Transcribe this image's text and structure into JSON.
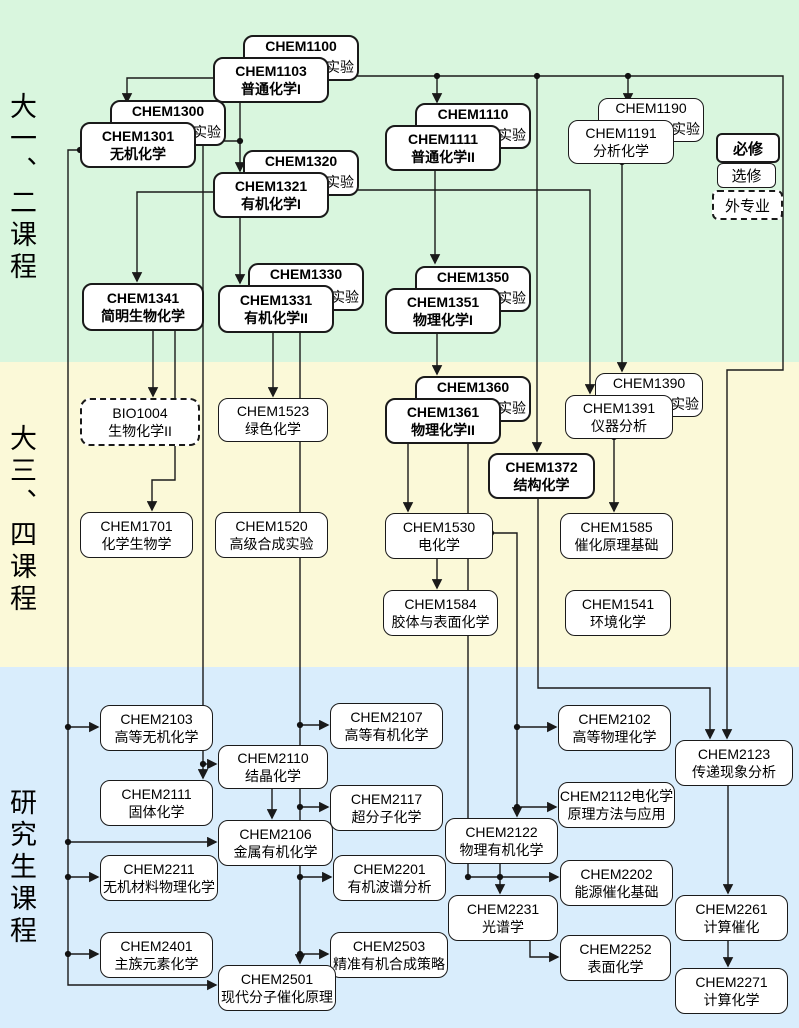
{
  "bands": [
    {
      "label": "大一、二课程",
      "color": "#d9f6de"
    },
    {
      "label": "大三、四课程",
      "color": "#fbf9d8"
    },
    {
      "label": "研究生课程",
      "color": "#d9edfc"
    }
  ],
  "legend": {
    "required": "必修",
    "elective": "选修",
    "external": "外专业"
  },
  "lab_label": "实验",
  "edge_color": "#1a1a1a",
  "nodes": [
    {
      "id": "CHEM1103",
      "code": "CHEM1103",
      "name": "普通化学I",
      "category": "required",
      "lab": "CHEM1100"
    },
    {
      "id": "CHEM1301",
      "code": "CHEM1301",
      "name": "无机化学",
      "category": "required",
      "lab": "CHEM1300"
    },
    {
      "id": "CHEM1111",
      "code": "CHEM1111",
      "name": "普通化学II",
      "category": "required",
      "lab": "CHEM1110"
    },
    {
      "id": "CHEM1191",
      "code": "CHEM1191",
      "name": "分析化学",
      "category": "elective",
      "lab": "CHEM1190"
    },
    {
      "id": "CHEM1321",
      "code": "CHEM1321",
      "name": "有机化学I",
      "category": "required",
      "lab": "CHEM1320"
    },
    {
      "id": "CHEM1341",
      "code": "CHEM1341",
      "name": "简明生物化学",
      "category": "required"
    },
    {
      "id": "CHEM1331",
      "code": "CHEM1331",
      "name": "有机化学II",
      "category": "required",
      "lab": "CHEM1330"
    },
    {
      "id": "CHEM1351",
      "code": "CHEM1351",
      "name": "物理化学I",
      "category": "required",
      "lab": "CHEM1350"
    },
    {
      "id": "CHEM1361",
      "code": "CHEM1361",
      "name": "物理化学II",
      "category": "required",
      "lab": "CHEM1360"
    },
    {
      "id": "CHEM1391",
      "code": "CHEM1391",
      "name": "仪器分析",
      "category": "elective",
      "lab": "CHEM1390"
    },
    {
      "id": "CHEM1372",
      "code": "CHEM1372",
      "name": "结构化学",
      "category": "required"
    },
    {
      "id": "BIO1004",
      "code": "BIO1004",
      "name": "生物化学II",
      "category": "external"
    },
    {
      "id": "CHEM1523",
      "code": "CHEM1523",
      "name": "绿色化学",
      "category": "elective"
    },
    {
      "id": "CHEM1701",
      "code": "CHEM1701",
      "name": "化学生物学",
      "category": "elective"
    },
    {
      "id": "CHEM1520",
      "code": "CHEM1520",
      "name": "高级合成实验",
      "category": "elective"
    },
    {
      "id": "CHEM1530",
      "code": "CHEM1530",
      "name": "电化学",
      "category": "elective"
    },
    {
      "id": "CHEM1585",
      "code": "CHEM1585",
      "name": "催化原理基础",
      "category": "elective"
    },
    {
      "id": "CHEM1584",
      "code": "CHEM1584",
      "name": "胶体与表面化学",
      "category": "elective"
    },
    {
      "id": "CHEM1541",
      "code": "CHEM1541",
      "name": "环境化学",
      "category": "elective"
    },
    {
      "id": "CHEM2103",
      "code": "CHEM2103",
      "name": "高等无机化学",
      "category": "elective"
    },
    {
      "id": "CHEM2107",
      "code": "CHEM2107",
      "name": "高等有机化学",
      "category": "elective"
    },
    {
      "id": "CHEM2102",
      "code": "CHEM2102",
      "name": "高等物理化学",
      "category": "elective"
    },
    {
      "id": "CHEM2123",
      "code": "CHEM2123",
      "name": "传递现象分析",
      "category": "elective"
    },
    {
      "id": "CHEM2110",
      "code": "CHEM2110",
      "name": "结晶化学",
      "category": "elective"
    },
    {
      "id": "CHEM2111",
      "code": "CHEM2111",
      "name": "固体化学",
      "category": "elective"
    },
    {
      "id": "CHEM2117",
      "code": "CHEM2117",
      "name": "超分子化学",
      "category": "elective"
    },
    {
      "id": "CHEM2112",
      "code": "CHEM2112电化学",
      "name": "原理方法与应用",
      "category": "elective"
    },
    {
      "id": "CHEM2106",
      "code": "CHEM2106",
      "name": "金属有机化学",
      "category": "elective"
    },
    {
      "id": "CHEM2122",
      "code": "CHEM2122",
      "name": "物理有机化学",
      "category": "elective"
    },
    {
      "id": "CHEM2211",
      "code": "CHEM2211",
      "name": "无机材料物理化学",
      "category": "elective"
    },
    {
      "id": "CHEM2201",
      "code": "CHEM2201",
      "name": "有机波谱分析",
      "category": "elective"
    },
    {
      "id": "CHEM2202",
      "code": "CHEM2202",
      "name": "能源催化基础",
      "category": "elective"
    },
    {
      "id": "CHEM2231",
      "code": "CHEM2231",
      "name": "光谱学",
      "category": "elective"
    },
    {
      "id": "CHEM2261",
      "code": "CHEM2261",
      "name": "计算催化",
      "category": "elective"
    },
    {
      "id": "CHEM2401",
      "code": "CHEM2401",
      "name": "主族元素化学",
      "category": "elective"
    },
    {
      "id": "CHEM2503",
      "code": "CHEM2503",
      "name": "精准有机合成策略",
      "category": "elective"
    },
    {
      "id": "CHEM2252",
      "code": "CHEM2252",
      "name": "表面化学",
      "category": "elective"
    },
    {
      "id": "CHEM2501",
      "code": "CHEM2501",
      "name": "现代分子催化原理",
      "category": "elective"
    },
    {
      "id": "CHEM2271",
      "code": "CHEM2271",
      "name": "计算化学",
      "category": "elective"
    }
  ],
  "edges": [
    {
      "from": "CHEM1103",
      "to": "CHEM1301"
    },
    {
      "from": "CHEM1103",
      "to": "CHEM1321"
    },
    {
      "from": "CHEM1103",
      "to": "CHEM1111"
    },
    {
      "from": "CHEM1103",
      "to": "CHEM1191"
    },
    {
      "from": "CHEM1103",
      "to": "CHEM1372"
    },
    {
      "from": "CHEM1103",
      "to": "CHEM2123"
    },
    {
      "from": "CHEM1103",
      "to": "CHEM2111"
    },
    {
      "from": "CHEM1103",
      "to": "CHEM2110"
    },
    {
      "from": "CHEM1301",
      "to": "CHEM2103"
    },
    {
      "from": "CHEM1301",
      "to": "CHEM2106"
    },
    {
      "from": "CHEM1301",
      "to": "CHEM2211"
    },
    {
      "from": "CHEM1301",
      "to": "CHEM2401"
    },
    {
      "from": "CHEM1301",
      "to": "CHEM2501"
    },
    {
      "from": "CHEM1111",
      "to": "CHEM1351"
    },
    {
      "from": "CHEM1351",
      "to": "CHEM1361"
    },
    {
      "from": "CHEM1321",
      "to": "CHEM1341"
    },
    {
      "from": "CHEM1321",
      "to": "CHEM1331"
    },
    {
      "from": "CHEM1321",
      "to": "CHEM1391"
    },
    {
      "from": "CHEM1191",
      "to": "CHEM1391"
    },
    {
      "from": "CHEM1391",
      "to": "CHEM1585"
    },
    {
      "from": "CHEM1341",
      "to": "BIO1004"
    },
    {
      "from": "CHEM1341",
      "to": "CHEM1701"
    },
    {
      "from": "CHEM1331",
      "to": "CHEM1523"
    },
    {
      "from": "CHEM1331",
      "to": "CHEM2501"
    },
    {
      "from": "CHEM1331",
      "to": "CHEM2107"
    },
    {
      "from": "CHEM1331",
      "to": "CHEM2117"
    },
    {
      "from": "CHEM1331",
      "to": "CHEM2201"
    },
    {
      "from": "CHEM1331",
      "to": "CHEM2503"
    },
    {
      "from": "CHEM1361",
      "to": "CHEM1530"
    },
    {
      "from": "CHEM1361",
      "to": "CHEM2202"
    },
    {
      "from": "CHEM1530",
      "to": "CHEM1584"
    },
    {
      "from": "CHEM1530",
      "to": "CHEM2122"
    },
    {
      "from": "CHEM1530",
      "to": "CHEM2102"
    },
    {
      "from": "CHEM1530",
      "to": "CHEM2112"
    },
    {
      "from": "CHEM1372",
      "to": "CHEM2123"
    },
    {
      "from": "CHEM2110",
      "to": "CHEM2106"
    },
    {
      "from": "CHEM2122",
      "to": "CHEM2231"
    },
    {
      "from": "CHEM2231",
      "to": "CHEM2252"
    },
    {
      "from": "CHEM2123",
      "to": "CHEM2261"
    },
    {
      "from": "CHEM2261",
      "to": "CHEM2271"
    }
  ]
}
